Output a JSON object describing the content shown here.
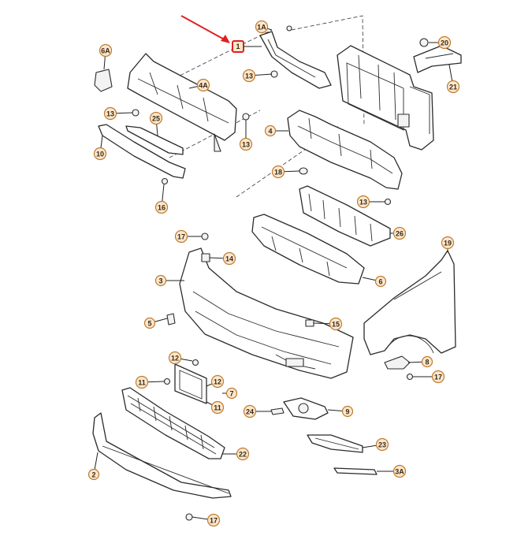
{
  "colors": {
    "callout_fill": "#fbe7cf",
    "callout_stroke": "#c07a2a",
    "highlight": "#e02020",
    "line": "#2b2b2b"
  },
  "highlight_label": "1",
  "callouts": [
    {
      "id": "c-1A",
      "label": "1A"
    },
    {
      "id": "c-20",
      "label": "20"
    },
    {
      "id": "c-6A",
      "label": "6A"
    },
    {
      "id": "c-13a",
      "label": "13"
    },
    {
      "id": "c-4A",
      "label": "4A"
    },
    {
      "id": "c-21",
      "label": "21"
    },
    {
      "id": "c-13b",
      "label": "13"
    },
    {
      "id": "c-25",
      "label": "25"
    },
    {
      "id": "c-13c",
      "label": "13"
    },
    {
      "id": "c-4",
      "label": "4"
    },
    {
      "id": "c-10",
      "label": "10"
    },
    {
      "id": "c-18",
      "label": "18"
    },
    {
      "id": "c-16",
      "label": "16"
    },
    {
      "id": "c-13d",
      "label": "13"
    },
    {
      "id": "c-26",
      "label": "26"
    },
    {
      "id": "c-17a",
      "label": "17"
    },
    {
      "id": "c-19",
      "label": "19"
    },
    {
      "id": "c-14",
      "label": "14"
    },
    {
      "id": "c-3",
      "label": "3"
    },
    {
      "id": "c-6",
      "label": "6"
    },
    {
      "id": "c-5",
      "label": "5"
    },
    {
      "id": "c-15",
      "label": "15"
    },
    {
      "id": "c-12a",
      "label": "12"
    },
    {
      "id": "c-8",
      "label": "8"
    },
    {
      "id": "c-11a",
      "label": "11"
    },
    {
      "id": "c-12b",
      "label": "12"
    },
    {
      "id": "c-7",
      "label": "7"
    },
    {
      "id": "c-17b",
      "label": "17"
    },
    {
      "id": "c-11b",
      "label": "11"
    },
    {
      "id": "c-24",
      "label": "24"
    },
    {
      "id": "c-9",
      "label": "9"
    },
    {
      "id": "c-23",
      "label": "23"
    },
    {
      "id": "c-22",
      "label": "22"
    },
    {
      "id": "c-2",
      "label": "2"
    },
    {
      "id": "c-3A",
      "label": "3A"
    },
    {
      "id": "c-17c",
      "label": "17"
    }
  ]
}
